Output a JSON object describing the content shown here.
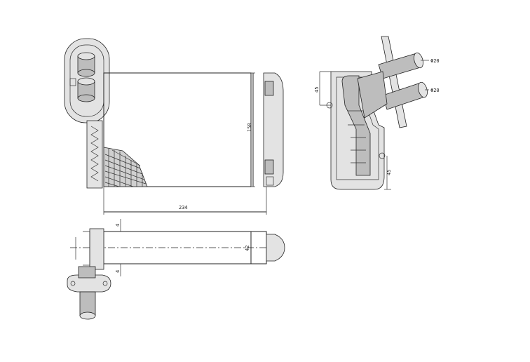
{
  "dimensions": {
    "core_width": "234",
    "core_height": "158",
    "core_depth": "42",
    "pipe_diameter_top": "Φ20",
    "pipe_diameter_bottom": "Φ20",
    "side_offset_top": "45",
    "side_offset_bottom": "45",
    "tube_offset_top": "4",
    "tube_offset_bottom": "4"
  },
  "colors": {
    "line": "#222222",
    "shade": "#bdbdbd",
    "light_fill": "#e3e3e3",
    "background": "#ffffff"
  }
}
